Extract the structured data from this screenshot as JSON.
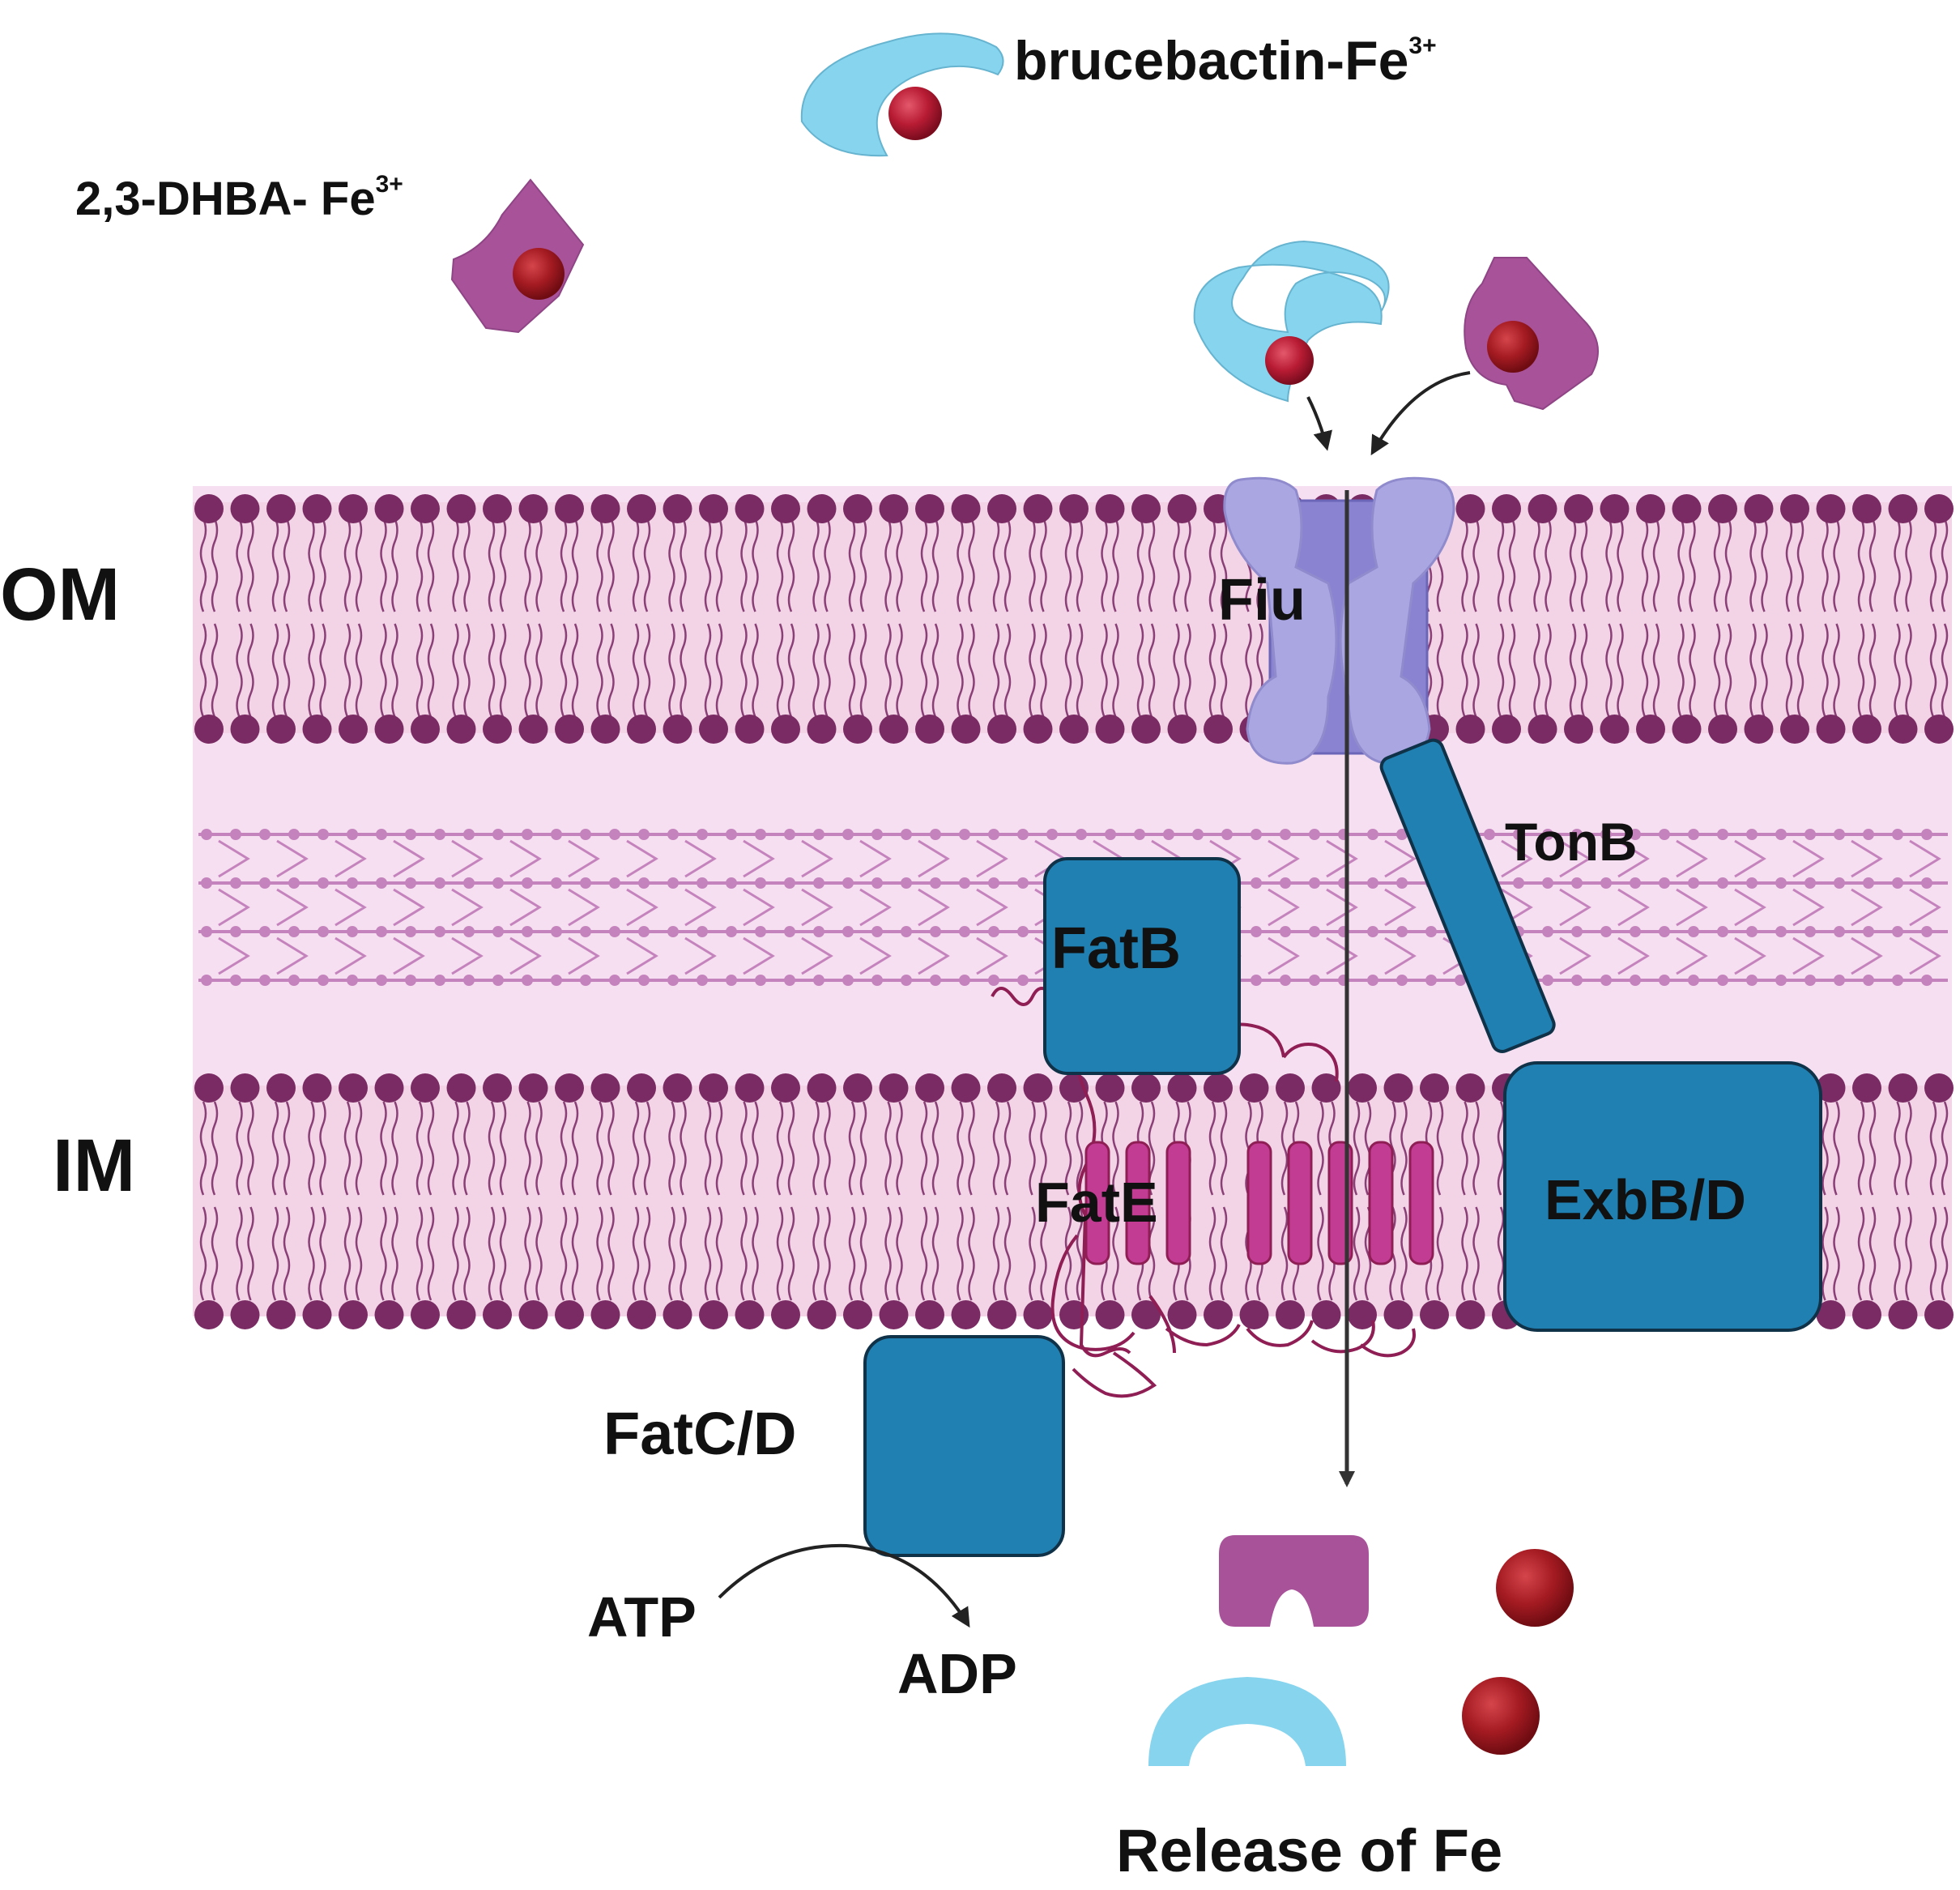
{
  "labels": {
    "outer_membrane": "OM",
    "inner_membrane": "IM",
    "brucebactin_main": "brucebactin-Fe",
    "brucebactin_charge": "3+",
    "dhba_main": "2,3-DHBA- Fe",
    "dhba_charge": "3+",
    "fiu": "Fiu",
    "tonb": "TonB",
    "fatb": "FatB",
    "fate": "FatE",
    "exbbd": "ExbB/D",
    "fatcd": "FatC/D",
    "atp": "ATP",
    "adp": "ADP",
    "release": "Release of Fe"
  },
  "colors": {
    "membrane_band": "#f2d4e6",
    "periplasm": "#f6dff0",
    "lipid_head": "#7a2b63",
    "lipid_tail": "#8a3f77",
    "peptidoglycan": "#c583bd",
    "protein_blue": "#2180b2",
    "protein_outline": "#103248",
    "fiu_light": "#aaa6e2",
    "fiu_dark": "#8983d2",
    "brucebactin": "#86d4ee",
    "dhba": "#a8529a",
    "iron": "#b81c34",
    "fate_helix": "#c23c94",
    "fate_loop": "#8f1e55"
  }
}
